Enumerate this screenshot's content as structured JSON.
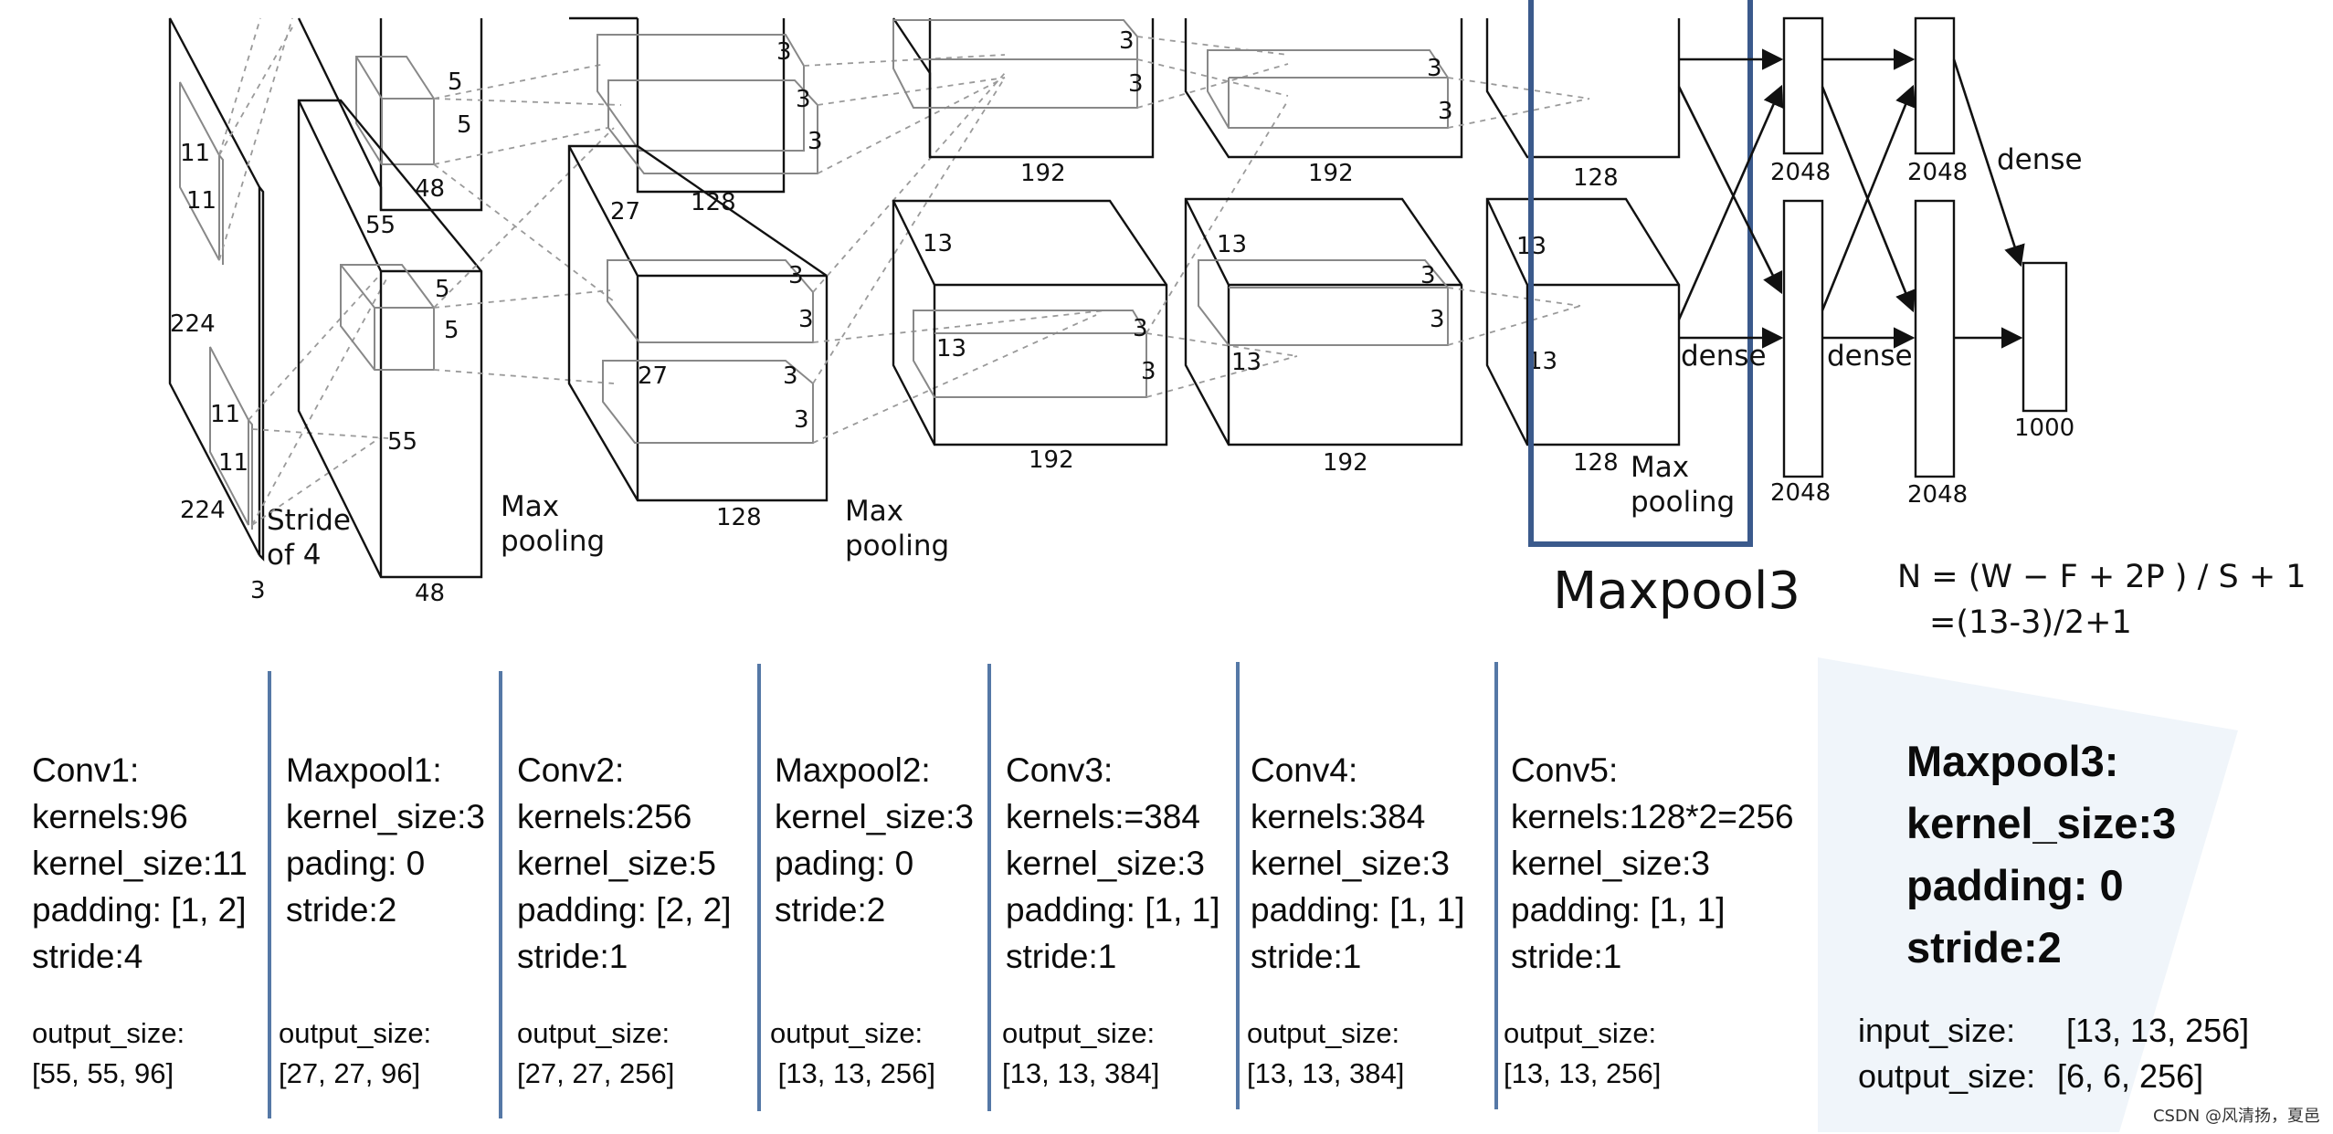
{
  "diagram": {
    "dims": {
      "in_w": "224",
      "in_h": "224",
      "in_c": "3",
      "k1": "11",
      "k1b": "11",
      "k1c": "11",
      "k1d": "11",
      "c1_s": "55",
      "c1_s2": "55",
      "c1_c": "48",
      "k2": "5",
      "k2b": "5",
      "k2c": "5",
      "k2d": "5",
      "c2_s": "27",
      "c2_s2": "27",
      "c2_c": "128",
      "c2_c2": "128",
      "k3": "3",
      "k3b": "3",
      "k3c": "3",
      "k3d": "3",
      "k3e": "3",
      "k3f": "3",
      "c3_s": "13",
      "c3_s2": "13",
      "c3_c": "192",
      "c3_c2": "192",
      "k4": "3",
      "k4b": "3",
      "k4c": "3",
      "k4d": "3",
      "c4_s": "13",
      "c4_s2": "13",
      "c4_c": "192",
      "c4_c2": "192",
      "k5": "3",
      "k5b": "3",
      "k5c": "3",
      "k5d": "3",
      "c5_s": "13",
      "c5_s2": "13",
      "c5_c": "128",
      "c5_c2": "128",
      "fc1_a": "2048",
      "fc1_b": "2048",
      "fc2_a": "2048",
      "fc2_b": "2048",
      "out": "1000"
    },
    "captions": {
      "stride_1": "Stride",
      "stride_2": "of 4",
      "maxpool_a1": "Max",
      "maxpool_a2": "pooling",
      "maxpool_b1": "Max",
      "maxpool_b2": "pooling",
      "maxpool_c1": "Max",
      "maxpool_c2": "pooling",
      "dense_1": "dense",
      "dense_2": "dense",
      "dense_3": "dense"
    },
    "highlight_title": "Maxpool3",
    "highlight_color": "#3b5a8c"
  },
  "formula": {
    "line1": "N = (W − F + 2P ) / S + 1",
    "line2": "=(13-3)/2+1"
  },
  "columns": [
    {
      "lines": [
        "Conv1:",
        "kernels:96",
        "kernel_size:11",
        "padding: [1, 2]",
        "stride:4"
      ],
      "output_label": "output_size:",
      "output_value": "[55, 55, 96]"
    },
    {
      "lines": [
        "Maxpool1:",
        "kernel_size:3",
        "pading: 0",
        "stride:2"
      ],
      "output_label": "output_size:",
      "output_value": "[27, 27, 96]"
    },
    {
      "lines": [
        "Conv2:",
        "kernels:256",
        "kernel_size:5",
        "padding: [2, 2]",
        "stride:1"
      ],
      "output_label": "output_size:",
      "output_value": "[27, 27, 256]"
    },
    {
      "lines": [
        "Maxpool2:",
        "kernel_size:3",
        "pading: 0",
        "stride:2"
      ],
      "output_label": "output_size:",
      "output_value": " [13, 13, 256]"
    },
    {
      "lines": [
        "Conv3:",
        "kernels:=384",
        "kernel_size:3",
        "padding: [1, 1]",
        "stride:1"
      ],
      "output_label": "output_size:",
      "output_value": "[13, 13, 384]"
    },
    {
      "lines": [
        "Conv4:",
        "kernels:384",
        "kernel_size:3",
        "padding: [1, 1]",
        "stride:1"
      ],
      "output_label": "output_size:",
      "output_value": "[13, 13, 384]"
    },
    {
      "lines": [
        "Conv5:",
        "kernels:128*2=256",
        "kernel_size:3",
        "padding: [1, 1]",
        "stride:1"
      ],
      "output_label": "output_size:",
      "output_value": "[13, 13, 256]"
    }
  ],
  "maxpool3": {
    "lines": [
      "Maxpool3:",
      "kernel_size:3",
      "padding: 0",
      "stride:2"
    ],
    "input_label": "input_size:",
    "input_value": "[13, 13, 256]",
    "output_label": "output_size:",
    "output_value": "[6, 6, 256]"
  },
  "watermark": "CSDN @风清扬，夏邑",
  "colors": {
    "separator": "#5578a6",
    "highlight": "#3b5a8c"
  }
}
